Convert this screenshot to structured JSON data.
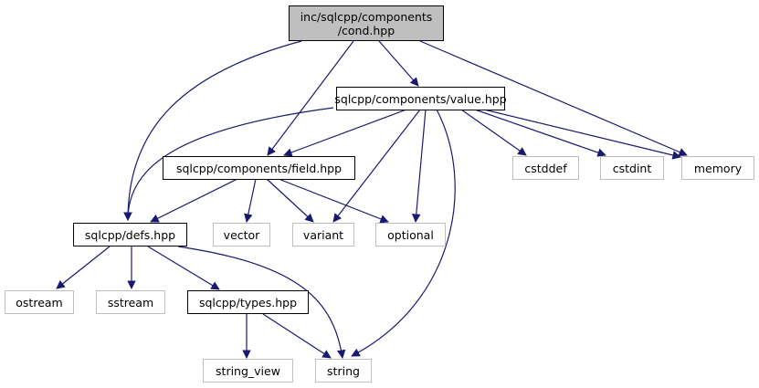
{
  "colors": {
    "edge": "#191970",
    "root_fill": "#bfbfbf",
    "local_border": "#000000",
    "system_border": "#bfbfbf"
  },
  "nodes": {
    "root": {
      "line1": "inc/sqlcpp/components",
      "line2": "/cond.hpp"
    },
    "value": "sqlcpp/components/value.hpp",
    "field": "sqlcpp/components/field.hpp",
    "defs": "sqlcpp/defs.hpp",
    "types": "sqlcpp/types.hpp",
    "cstddef": "cstddef",
    "cstdint": "cstdint",
    "memory": "memory",
    "vector": "vector",
    "variant": "variant",
    "optional": "optional",
    "ostream": "ostream",
    "sstream": "sstream",
    "string_view": "string_view",
    "string": "string"
  }
}
